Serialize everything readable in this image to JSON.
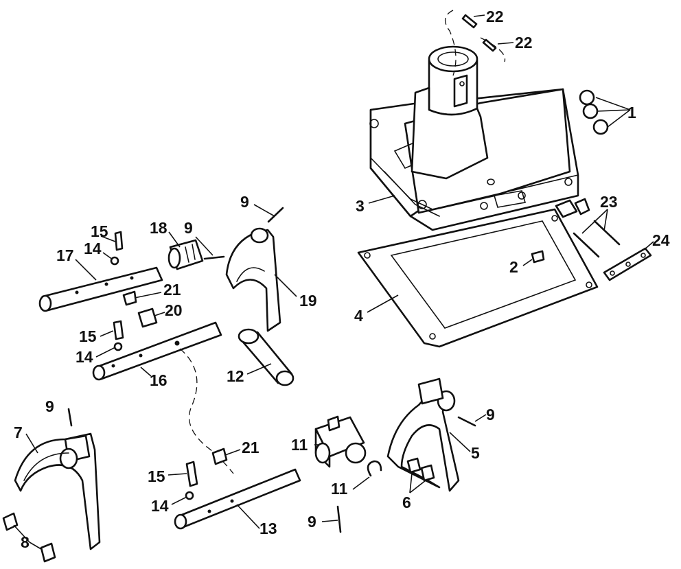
{
  "callouts": [
    "1",
    "2",
    "3",
    "4",
    "5",
    "6",
    "7",
    "8",
    "9",
    "11",
    "12",
    "13",
    "14",
    "15",
    "16",
    "17",
    "18",
    "19",
    "20",
    "21",
    "22",
    "23",
    "24"
  ],
  "labels": {
    "c22a": "22",
    "c22b": "22",
    "c1": "1",
    "c3": "3",
    "c23": "23",
    "c24": "24",
    "c2": "2",
    "c4": "4",
    "c9a": "9",
    "c9b": "9",
    "c19": "19",
    "c18": "18",
    "c15a": "15",
    "c14a": "14",
    "c17": "17",
    "c21a": "21",
    "c20": "20",
    "c15b": "15",
    "c14b": "14",
    "c16": "16",
    "c12": "12",
    "c9c": "9",
    "c7": "7",
    "c21b": "21",
    "c11a": "11",
    "c11b": "11",
    "c15c": "15",
    "c14c": "14",
    "c13": "13",
    "c9d": "9",
    "c8": "8",
    "c9e": "9",
    "c5": "5",
    "c6": "6"
  }
}
